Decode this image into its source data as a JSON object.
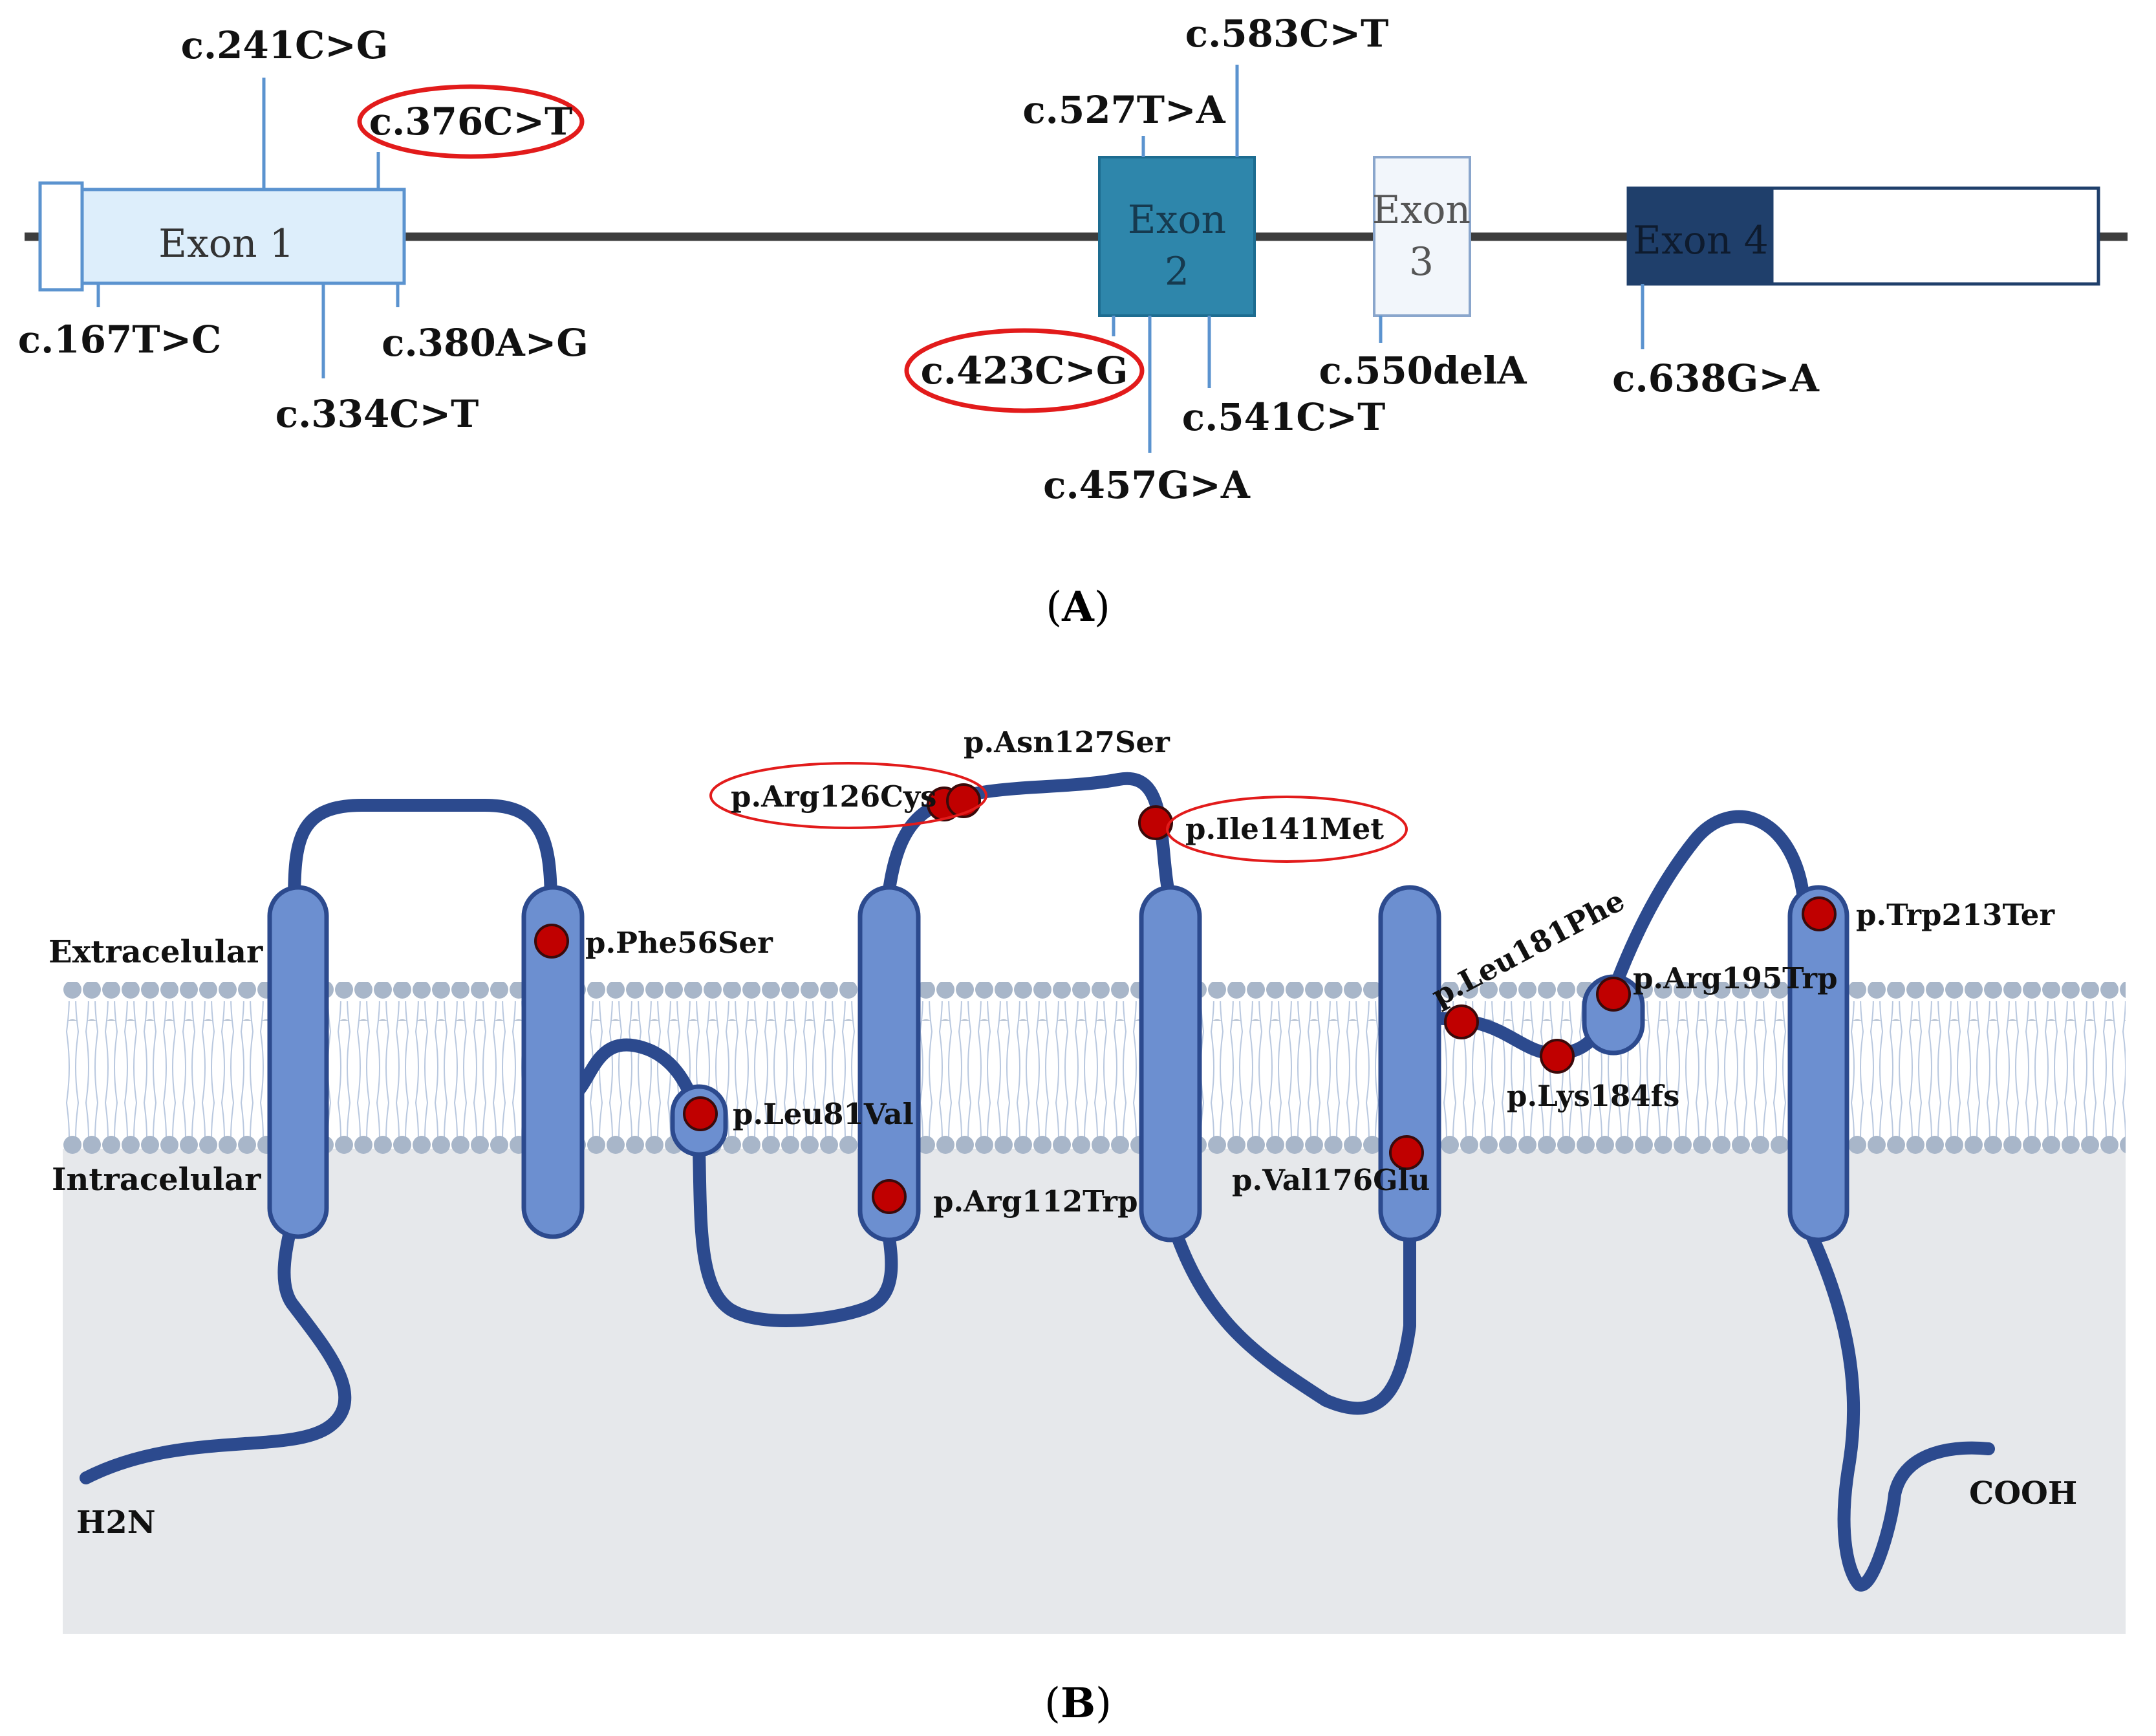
{
  "colors": {
    "exon1": "#DDEEFB",
    "exon2": "#2E86AB",
    "exon3": "#F2F6FB",
    "exon4": "#1F3F6B",
    "tick": "#5B93CF",
    "highlight": "#E21B1B",
    "protein": "#2C4A8E",
    "helix": "#6C8FD0",
    "mutation": "#C00000",
    "cytoplasm": "#E6E8EB",
    "lipid": "#A8B6C9"
  },
  "panel_a": {
    "exons": [
      {
        "id": "exon1",
        "lines": [
          "Exon 1"
        ]
      },
      {
        "id": "exon2",
        "lines": [
          "Exon",
          "2"
        ]
      },
      {
        "id": "exon3",
        "lines": [
          "Exon",
          "3"
        ]
      },
      {
        "id": "exon4",
        "lines": [
          "Exon 4"
        ]
      }
    ],
    "variants": [
      {
        "id": "c241",
        "label": "c.241C>G",
        "highlighted": false
      },
      {
        "id": "c376",
        "label": "c.376C>T",
        "highlighted": true
      },
      {
        "id": "c167",
        "label": "c.167T>C",
        "highlighted": false
      },
      {
        "id": "c334",
        "label": "c.334C>T",
        "highlighted": false
      },
      {
        "id": "c380",
        "label": "c.380A>G",
        "highlighted": false
      },
      {
        "id": "c583",
        "label": "c.583C>T",
        "highlighted": false
      },
      {
        "id": "c527",
        "label": "c.527T>A",
        "highlighted": false
      },
      {
        "id": "c423",
        "label": "c.423C>G",
        "highlighted": true
      },
      {
        "id": "c457",
        "label": "c.457G>A",
        "highlighted": false
      },
      {
        "id": "c541",
        "label": "c.541C>T",
        "highlighted": false
      },
      {
        "id": "c550",
        "label": "c.550delA",
        "highlighted": false
      },
      {
        "id": "c638",
        "label": "c.638G>A",
        "highlighted": false
      }
    ],
    "caption": {
      "open": "(",
      "letter": "A",
      "close": ")"
    }
  },
  "panel_b": {
    "regions": {
      "extracellular": "Extracelular",
      "intracellular": "Intracelular"
    },
    "termini": {
      "n_terminus": "H2N",
      "c_terminus": "COOH"
    },
    "mutations": [
      {
        "id": "f56s",
        "label": "p.Phe56Ser",
        "highlighted": false
      },
      {
        "id": "l81v",
        "label": "p.Leu81Val",
        "highlighted": false
      },
      {
        "id": "r112w",
        "label": "p.Arg112Trp",
        "highlighted": false
      },
      {
        "id": "r126c",
        "label": "p.Arg126Cys",
        "highlighted": true
      },
      {
        "id": "n127s",
        "label": "p.Asn127Ser",
        "highlighted": false
      },
      {
        "id": "i141m",
        "label": "p.Ile141Met",
        "highlighted": true
      },
      {
        "id": "v176e",
        "label": "p.Val176Glu",
        "highlighted": false
      },
      {
        "id": "l181f",
        "label": "p.Leu181Phe",
        "highlighted": false
      },
      {
        "id": "k184fs",
        "label": "p.Lys184fs",
        "highlighted": false
      },
      {
        "id": "r195w",
        "label": "p.Arg195Trp",
        "highlighted": false
      },
      {
        "id": "w213x",
        "label": "p.Trp213Ter",
        "highlighted": false
      }
    ],
    "caption": {
      "open": "(",
      "letter": "B",
      "close": ")"
    }
  }
}
